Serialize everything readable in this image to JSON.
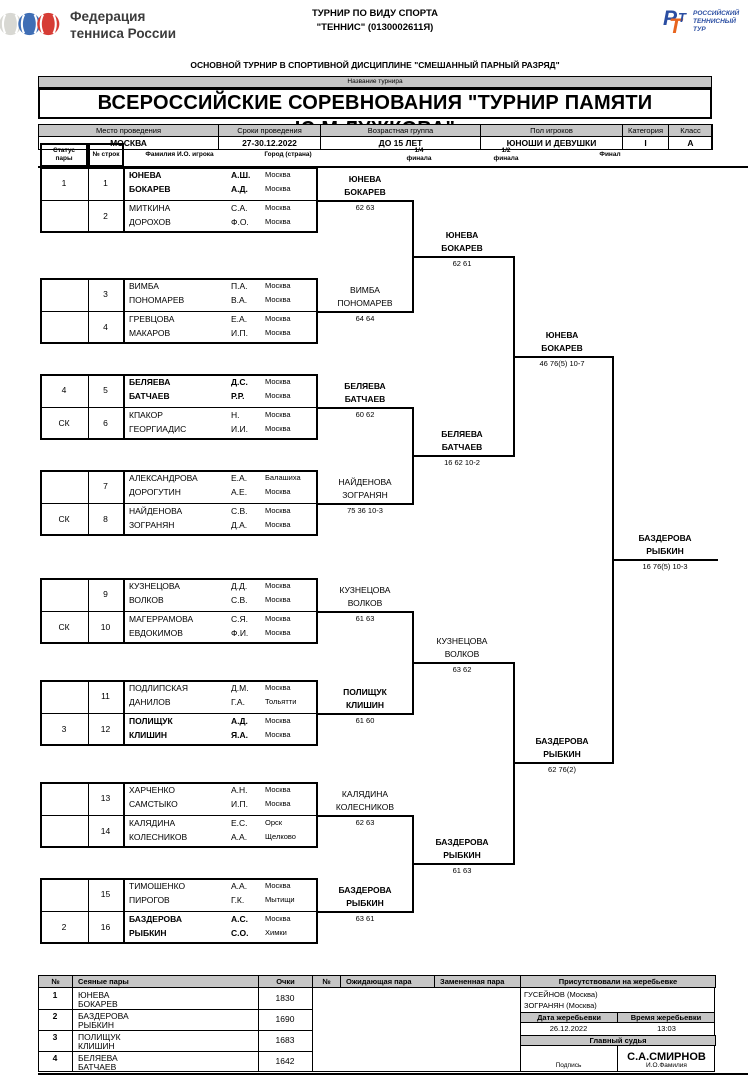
{
  "header": {
    "federation": {
      "name_line1": "Федерация",
      "name_line2": "тенниса России",
      "ball_colors": [
        "#d8d8d3",
        "#3f6eb5",
        "#d63c35"
      ]
    },
    "tournament_type": {
      "line1": "ТУРНИР ПО ВИДУ СПОРТА",
      "line2": "\"ТЕННИС\" (0130002611Я)"
    },
    "rtt": {
      "letter_r": "Р",
      "letter_t1": "Т",
      "letter_t2": "Т",
      "line1": "РОССИЙСКИЙ",
      "line2": "ТЕННИСНЫЙ",
      "line3": "ТУР",
      "blue": "#2b4ea2",
      "orange": "#e8641e"
    },
    "subtitle": "ОСНОВНОЙ ТУРНИР В СПОРТИВНОЙ ДИСЦИПЛИНЕ \"СМЕШАННЫЙ ПАРНЫЙ РАЗРЯД\"",
    "name_label": "Название турнира",
    "title": "ВСЕРОССИЙСКИЕ СОРЕВНОВАНИЯ \"ТУРНИР ПАМЯТИ Ю.М.ЛУЖКОВА\""
  },
  "info": {
    "headers": [
      "Место проведения",
      "Сроки проведения",
      "Возрастная группа",
      "Пол игроков",
      "Категория",
      "Класс"
    ],
    "values": [
      "МОСКВА",
      "27-30.12.2022",
      "ДО 15 ЛЕТ",
      "ЮНОШИ И ДЕВУШКИ",
      "I",
      "А"
    ]
  },
  "bracket": {
    "col_headers": {
      "status_1": "Статус",
      "status_2": "пары",
      "line_no": "№ строк",
      "player": "Фамилия И.О. игрока",
      "city": "Город (страна)",
      "qf_1": "1/4",
      "qf_2": "финала",
      "sf_1": "1/2",
      "sf_2": "финала",
      "final": "Финал"
    },
    "pairs": [
      {
        "status": "1",
        "no": "1",
        "seeded": true,
        "players": [
          {
            "surname": "ЮНЕВА",
            "initials": "А.Ш.",
            "city": "Москва"
          },
          {
            "surname": "БОКАРЕВ",
            "initials": "А.Д.",
            "city": "Москва"
          }
        ]
      },
      {
        "status": "",
        "no": "2",
        "seeded": false,
        "players": [
          {
            "surname": "МИТКИНА",
            "initials": "С.А.",
            "city": "Москва"
          },
          {
            "surname": "ДОРОХОВ",
            "initials": "Ф.О.",
            "city": "Москва"
          }
        ]
      },
      {
        "status": "",
        "no": "3",
        "seeded": false,
        "players": [
          {
            "surname": "ВИМБА",
            "initials": "П.А.",
            "city": "Москва"
          },
          {
            "surname": "ПОНОМАРЕВ",
            "initials": "В.А.",
            "city": "Москва"
          }
        ]
      },
      {
        "status": "",
        "no": "4",
        "seeded": false,
        "players": [
          {
            "surname": "ГРЕВЦОВА",
            "initials": "Е.А.",
            "city": "Москва"
          },
          {
            "surname": "МАКАРОВ",
            "initials": "И.П.",
            "city": "Москва"
          }
        ]
      },
      {
        "status": "4",
        "no": "5",
        "seeded": true,
        "players": [
          {
            "surname": "БЕЛЯЕВА",
            "initials": "Д.С.",
            "city": "Москва"
          },
          {
            "surname": "БАТЧАЕВ",
            "initials": "Р.Р.",
            "city": "Москва"
          }
        ]
      },
      {
        "status": "СК",
        "no": "6",
        "seeded": false,
        "players": [
          {
            "surname": "КПАКОР",
            "initials": "Н.",
            "city": "Москва"
          },
          {
            "surname": "ГЕОРГИАДИС",
            "initials": "И.И.",
            "city": "Москва"
          }
        ]
      },
      {
        "status": "",
        "no": "7",
        "seeded": false,
        "players": [
          {
            "surname": "АЛЕКСАНДРОВА",
            "initials": "Е.А.",
            "city": "Балашиха"
          },
          {
            "surname": "ДОРОГУТИН",
            "initials": "А.Е.",
            "city": "Москва"
          }
        ]
      },
      {
        "status": "СК",
        "no": "8",
        "seeded": false,
        "players": [
          {
            "surname": "НАЙДЕНОВА",
            "initials": "С.В.",
            "city": "Москва"
          },
          {
            "surname": "ЗОГРАНЯН",
            "initials": "Д.А.",
            "city": "Москва"
          }
        ]
      },
      {
        "status": "",
        "no": "9",
        "seeded": false,
        "players": [
          {
            "surname": "КУЗНЕЦОВА",
            "initials": "Д.Д.",
            "city": "Москва"
          },
          {
            "surname": "ВОЛКОВ",
            "initials": "С.В.",
            "city": "Москва"
          }
        ]
      },
      {
        "status": "СК",
        "no": "10",
        "seeded": false,
        "players": [
          {
            "surname": "МАГЕРРАМОВА",
            "initials": "С.Я.",
            "city": "Москва"
          },
          {
            "surname": "ЕВДОКИМОВ",
            "initials": "Ф.И.",
            "city": "Москва"
          }
        ]
      },
      {
        "status": "",
        "no": "11",
        "seeded": false,
        "players": [
          {
            "surname": "ПОДЛИПСКАЯ",
            "initials": "Д.М.",
            "city": "Москва"
          },
          {
            "surname": "ДАНИЛОВ",
            "initials": "Г.А.",
            "city": "Тольятти"
          }
        ]
      },
      {
        "status": "3",
        "no": "12",
        "seeded": true,
        "players": [
          {
            "surname": "ПОЛИЩУК",
            "initials": "А.Д.",
            "city": "Москва"
          },
          {
            "surname": "КЛИШИН",
            "initials": "Я.А.",
            "city": "Москва"
          }
        ]
      },
      {
        "status": "",
        "no": "13",
        "seeded": false,
        "players": [
          {
            "surname": "ХАРЧЕНКО",
            "initials": "А.Н.",
            "city": "Москва"
          },
          {
            "surname": "САМСТЫКО",
            "initials": "И.П.",
            "city": "Москва"
          }
        ]
      },
      {
        "status": "",
        "no": "14",
        "seeded": false,
        "players": [
          {
            "surname": "КАЛЯДИНА",
            "initials": "Е.С.",
            "city": "Орск"
          },
          {
            "surname": "КОЛЕСНИКОВ",
            "initials": "А.А.",
            "city": "Щелково"
          }
        ]
      },
      {
        "status": "",
        "no": "15",
        "seeded": false,
        "players": [
          {
            "surname": "ТИМОШЕНКО",
            "initials": "А.А.",
            "city": "Москва"
          },
          {
            "surname": "ПИРОГОВ",
            "initials": "Г.К.",
            "city": "Мытищи"
          }
        ]
      },
      {
        "status": "2",
        "no": "16",
        "seeded": true,
        "players": [
          {
            "surname": "БАЗДЕРОВА",
            "initials": "А.С.",
            "city": "Москва"
          },
          {
            "surname": "РЫБКИН",
            "initials": "С.О.",
            "city": "Химки"
          }
        ]
      }
    ],
    "quarterfinal_winners": [
      {
        "line1": "ЮНЕВА",
        "line2": "БОКАРЕВ",
        "score": "62 63",
        "bold": true
      },
      {
        "line1": "ВИМБА",
        "line2": "ПОНОМАРЕВ",
        "score": "64 64",
        "bold": false
      },
      {
        "line1": "БЕЛЯЕВА",
        "line2": "БАТЧАЕВ",
        "score": "60 62",
        "bold": true
      },
      {
        "line1": "НАЙДЕНОВА",
        "line2": "ЗОГРАНЯН",
        "score": "75 36 10-3",
        "bold": false
      },
      {
        "line1": "КУЗНЕЦОВА",
        "line2": "ВОЛКОВ",
        "score": "61 63",
        "bold": false
      },
      {
        "line1": "ПОЛИЩУК",
        "line2": "КЛИШИН",
        "score": "61 60",
        "bold": true
      },
      {
        "line1": "КАЛЯДИНА",
        "line2": "КОЛЕСНИКОВ",
        "score": "62 63",
        "bold": false
      },
      {
        "line1": "БАЗДЕРОВА",
        "line2": "РЫБКИН",
        "score": "63 61",
        "bold": true
      }
    ],
    "semifinal_winners": [
      {
        "line1": "ЮНЕВА",
        "line2": "БОКАРЕВ",
        "score": "62 61",
        "bold": true
      },
      {
        "line1": "БЕЛЯЕВА",
        "line2": "БАТЧАЕВ",
        "score": "16 62 10-2",
        "bold": true
      },
      {
        "line1": "КУЗНЕЦОВА",
        "line2": "ВОЛКОВ",
        "score": "63 62",
        "bold": false
      },
      {
        "line1": "БАЗДЕРОВА",
        "line2": "РЫБКИН",
        "score": "61 63",
        "bold": true
      }
    ],
    "finalists": [
      {
        "line1": "ЮНЕВА",
        "line2": "БОКАРЕВ",
        "score": "46 76(5) 10-7",
        "bold": true
      },
      {
        "line1": "БАЗДЕРОВА",
        "line2": "РЫБКИН",
        "score": "62 76(2)",
        "bold": true
      }
    ],
    "champion": {
      "line1": "БАЗДЕРОВА",
      "line2": "РЫБКИН",
      "score": "16 76(5) 10-3",
      "bold": true
    }
  },
  "footer": {
    "headers": {
      "no1": "№",
      "seeded_pairs": "Сеяные пары",
      "points": "Очки",
      "no2": "№",
      "waiting_pair": "Ожидающая пара",
      "replaced_pair": "Замененная пара",
      "draw_presence": "Присутствовали на жеребьевке"
    },
    "seeded": [
      {
        "no": "1",
        "p1": "ЮНЕВА",
        "p2": "БОКАРЕВ",
        "points": "1830"
      },
      {
        "no": "2",
        "p1": "БАЗДЕРОВА",
        "p2": "РЫБКИН",
        "points": "1690"
      },
      {
        "no": "3",
        "p1": "ПОЛИЩУК",
        "p2": "КЛИШИН",
        "points": "1683"
      },
      {
        "no": "4",
        "p1": "БЕЛЯЕВА",
        "p2": "БАТЧАЕВ",
        "points": "1642"
      }
    ],
    "attendees": [
      "ГУСЕЙНОВ (Москва)",
      "ЗОГРАНЯН (Москва)"
    ],
    "draw_date_label": "Дата жеребьевки",
    "draw_time_label": "Время жеребьевки",
    "draw_date": "26.12.2022",
    "draw_time": "13:03",
    "referee_label": "Главный судья",
    "referee_name": "С.А.СМИРНОВ",
    "signature_label": "Подпись",
    "name_caption": "И.О.Фамилия"
  }
}
